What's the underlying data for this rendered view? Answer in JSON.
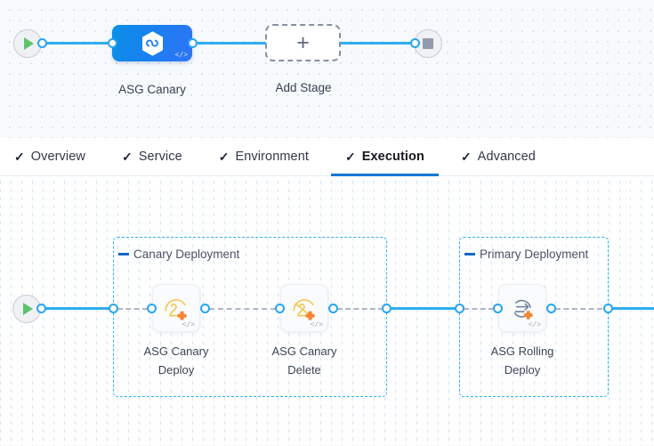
{
  "stage_canvas": {
    "start_node": {
      "icon": "play-icon"
    },
    "end_node": {
      "icon": "stop-icon"
    },
    "stage": {
      "label": "ASG Canary",
      "icon": "asg-hexagon-infinity-icon",
      "code_badge": "</>",
      "color": "#1c7ef0"
    },
    "add_stage": {
      "label": "Add Stage",
      "icon": "plus-icon"
    }
  },
  "tabs": {
    "check_glyph": "✓",
    "active_color": "#0278d5",
    "items": [
      {
        "label": "Overview",
        "active": false
      },
      {
        "label": "Service",
        "active": false
      },
      {
        "label": "Environment",
        "active": false
      },
      {
        "label": "Execution",
        "active": true
      },
      {
        "label": "Advanced",
        "active": false
      }
    ]
  },
  "execution": {
    "start_node": {
      "icon": "play-icon"
    },
    "groups": [
      {
        "label": "Canary Deployment",
        "accent": "#1666c8",
        "border_color": "#33b0f0",
        "steps": [
          {
            "label_line1": "ASG Canary",
            "label_line2": "Deploy",
            "icon": "asg-canary-deploy-icon",
            "code_badge": "</>",
            "icon_color": "#f3b33c"
          },
          {
            "label_line1": "ASG Canary",
            "label_line2": "Delete",
            "icon": "asg-canary-delete-icon",
            "code_badge": "</>",
            "icon_color": "#f3b33c"
          }
        ]
      },
      {
        "label": "Primary Deployment",
        "accent": "#1666c8",
        "border_color": "#33b0f0",
        "steps": [
          {
            "label_line1": "ASG Rolling",
            "label_line2": "Deploy",
            "icon": "asg-rolling-deploy-icon",
            "code_badge": "</>",
            "icon_color": "#5b6b86"
          }
        ]
      }
    ]
  }
}
